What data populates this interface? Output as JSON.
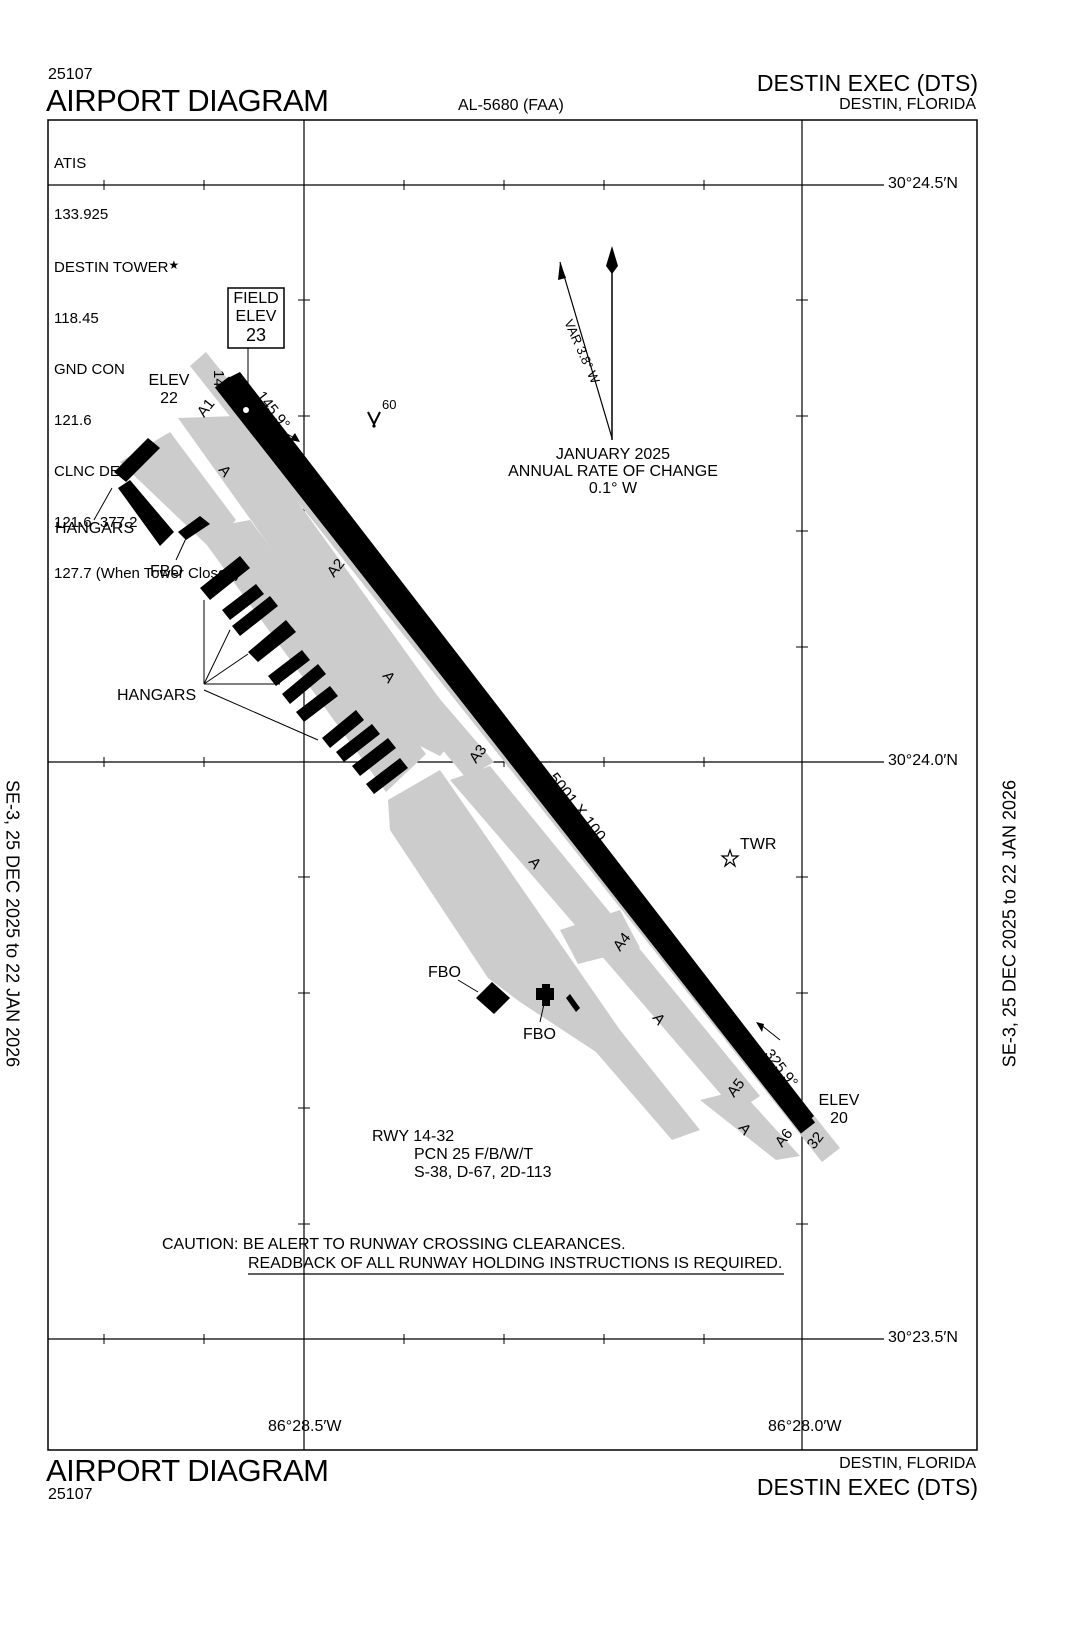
{
  "header": {
    "volume_code": "25107",
    "title": "AIRPORT DIAGRAM",
    "faa_id": "AL-5680 (FAA)",
    "airport_name": "DESTIN EXEC (DTS)",
    "city_state": "DESTIN, FLORIDA"
  },
  "footer": {
    "title": "AIRPORT DIAGRAM",
    "volume_code": "25107",
    "city_state": "DESTIN, FLORIDA",
    "airport_name": "DESTIN EXEC (DTS)"
  },
  "side_labels": {
    "left": "SE-3,  25 DEC 2025  to  22 JAN 2026",
    "right": "SE-3,  25 DEC 2025  to  22 JAN 2026"
  },
  "frequencies": [
    "ATIS",
    "133.925",
    "DESTIN TOWER",
    "118.45",
    "GND CON",
    "121.6",
    "CLNC DEL",
    "121.6  377.2",
    "127.7 (When Tower Closed)"
  ],
  "tower_star": "★",
  "field_elev": {
    "line1": "FIELD",
    "line2": "ELEV",
    "value": "23"
  },
  "elev_14": {
    "label": "ELEV",
    "value": "22"
  },
  "elev_32": {
    "label": "ELEV",
    "value": "20"
  },
  "runway": {
    "designation": "RWY 14-32",
    "pcn": "PCN 25 F/B/W/T",
    "strength": "S-38, D-67, 2D-113",
    "dimensions": "5001 X 100",
    "end_14": "14",
    "end_32": "32",
    "heading_14": "145.9°",
    "heading_32": "325.9°"
  },
  "taxiways": {
    "a1": "A1",
    "a2": "A2",
    "a3": "A3",
    "a4": "A4",
    "a5": "A5",
    "a6": "A6",
    "a": "A"
  },
  "magnetic": {
    "variation": "VAR 3.8° W",
    "date": "JANUARY 2025",
    "rate_title": "ANNUAL RATE OF CHANGE",
    "rate": "0.1° W"
  },
  "obstacle": {
    "height": "60"
  },
  "labels": {
    "hangars": "HANGARS",
    "fbo": "FBO",
    "twr": "TWR"
  },
  "caution": {
    "line1": "CAUTION: BE ALERT TO RUNWAY CROSSING CLEARANCES.",
    "line2": "READBACK OF ALL RUNWAY HOLDING INSTRUCTIONS IS REQUIRED."
  },
  "coordinates": {
    "lat_top": "30°24.5′N",
    "lat_mid": "30°24.0′N",
    "lat_bot": "30°23.5′N",
    "lon_left": "86°28.5′W",
    "lon_right": "86°28.0′W"
  },
  "colors": {
    "pavement": "#cccccc",
    "runway": "#000000",
    "ink": "#000000"
  }
}
